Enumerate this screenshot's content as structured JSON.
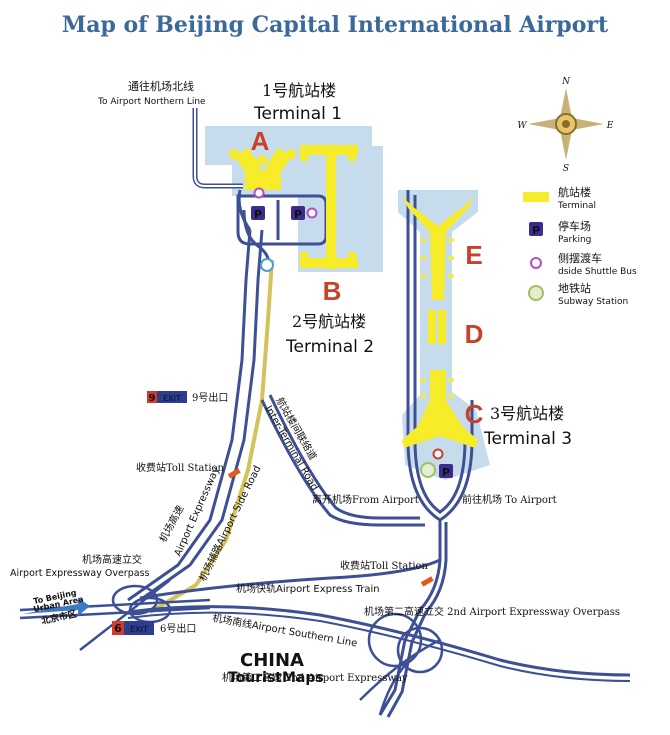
{
  "title": "Map of Beijing Capital International Airport",
  "terminals": {
    "t1": {
      "cn": "1号航站楼",
      "en": "Terminal 1",
      "letter": "A"
    },
    "t2": {
      "cn": "2号航站楼",
      "en": "Terminal 2",
      "letter": "B"
    },
    "t3": {
      "cn": "3号航站楼",
      "en": "Terminal 3",
      "letter": "C"
    },
    "pier_d": "D",
    "pier_e": "E"
  },
  "labels": {
    "northern_line_cn": "通往机场北线",
    "northern_line_en": "To Airport Northern Line",
    "exit9": "9号出口",
    "exit9_badge": "9",
    "exit6": "6号出口",
    "exit6_badge": "6",
    "exit_word": "EXIT",
    "toll1": "收费站Toll Station",
    "toll2": "收费站Toll Station",
    "inter_terminal_cn": "航站楼间联络道",
    "inter_terminal_en": "Inter-Terminal Road",
    "from_airport": "离开机场From Airport",
    "to_airport": "前往机场  To Airport",
    "expressway_cn": "机场高速",
    "expressway_en": "Airport Expressway",
    "side_road": "机场辅路Airport Side Road",
    "overpass1_cn": "机场高速立交",
    "overpass1_en": "Airport Expressway Overpass",
    "express_train": "机场快轨Airport Express Train",
    "overpass2": "机场第二高速立交  2nd  Airport Expressway Overpass",
    "southern_line": "机场南线Airport Southern Line",
    "second_expressway": "机场第二高速  2nd  Airport Expressway",
    "to_beijing_en1": "To Beijing",
    "to_beijing_en2": "Urban Area",
    "to_beijing_cn": "北京市区",
    "watermark1": "CHINA",
    "watermark2": "TouristMaps",
    "parking_p": "P"
  },
  "legend": [
    {
      "cn": "航站楼",
      "en": "Terminal",
      "icon": "terminal-swatch"
    },
    {
      "cn": "停车场",
      "en": "Parking",
      "icon": "parking-icon"
    },
    {
      "cn": "侧摆渡车",
      "en": "dside Shuttle Bus",
      "icon": "shuttle-bus-icon"
    },
    {
      "cn": "地铁站",
      "en": "Subway Station",
      "icon": "subway-station-icon"
    }
  ],
  "compass": {
    "n": "N",
    "s": "S",
    "e": "E",
    "w": "W"
  },
  "colors": {
    "terminal": "#f6ec2a",
    "apron": "#c6dced",
    "road": "#3d4f95",
    "rail": "#d4c25b",
    "letters": "#c8412a",
    "parking": "#3c2c8f",
    "toll": "#e05a1a",
    "title": "#3b6a9a"
  }
}
